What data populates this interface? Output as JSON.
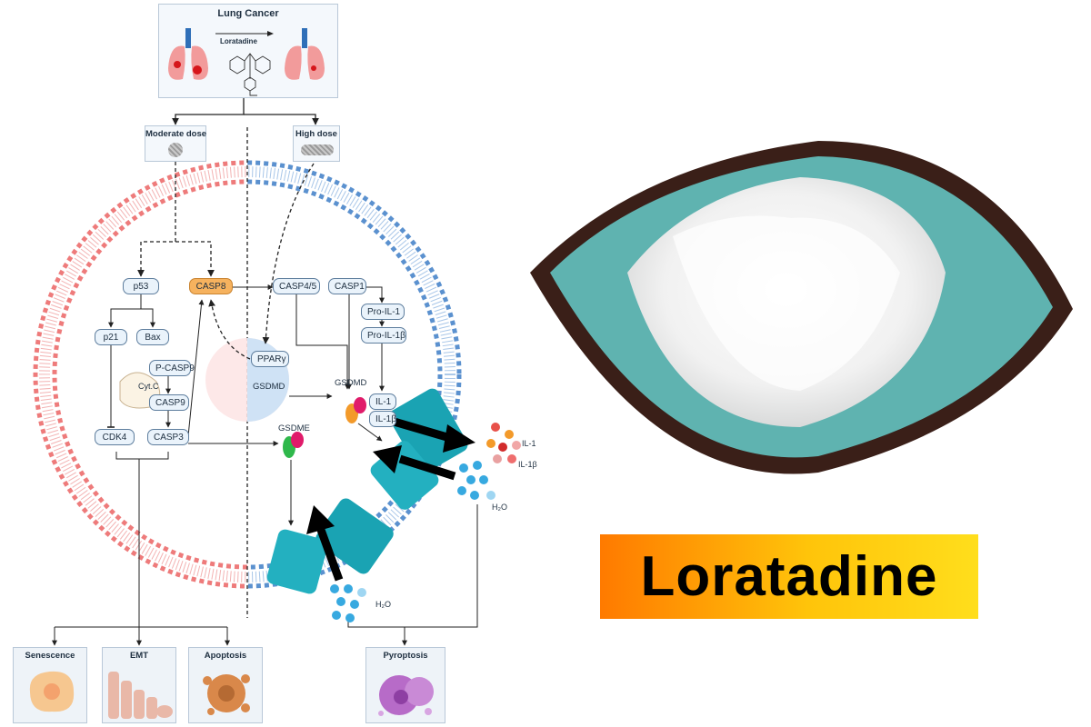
{
  "header": {
    "title": "Lung Cancer",
    "drug": "Loratadine"
  },
  "doses": {
    "moderate": "Moderate dose",
    "high": "High dose"
  },
  "nodes": {
    "p53": "p53",
    "casp8": "CASP8",
    "casp45": "CASP4/5",
    "casp1": "CASP1",
    "pro_il1": "Pro-IL-1",
    "pro_il1b": "Pro-IL-1β",
    "p21": "p21",
    "bax": "Bax",
    "pcasp9": "P-CASP9",
    "cytc": "Cyt.C",
    "casp9": "CASP9",
    "cdk4": "CDK4",
    "casp3": "CASP3",
    "ppar": "PPARγ",
    "gsdmd_gene": "GSDMD",
    "gsdmd": "GSDMD",
    "gsdme": "GSDME",
    "il1": "IL-1",
    "il1b": "IL-1β"
  },
  "release": {
    "il1": "IL-1",
    "il1b": "IL-1β",
    "water_right": "H₂O",
    "water_bottom": "H₂O"
  },
  "outcomes": {
    "senescence": "Senescence",
    "emt": "EMT",
    "apoptosis": "Apoptosis",
    "pyroptosis": "Pyroptosis"
  },
  "product": {
    "title": "Loratadine"
  },
  "colors": {
    "membrane_left": "#ee7b7b",
    "membrane_right": "#5b91cf",
    "pore": "#1aa3b3",
    "caspase8": "#f6b25e",
    "banner_start": "#ff7a00",
    "banner_end": "#ffde1c",
    "bowl": "#5fb3b0"
  }
}
